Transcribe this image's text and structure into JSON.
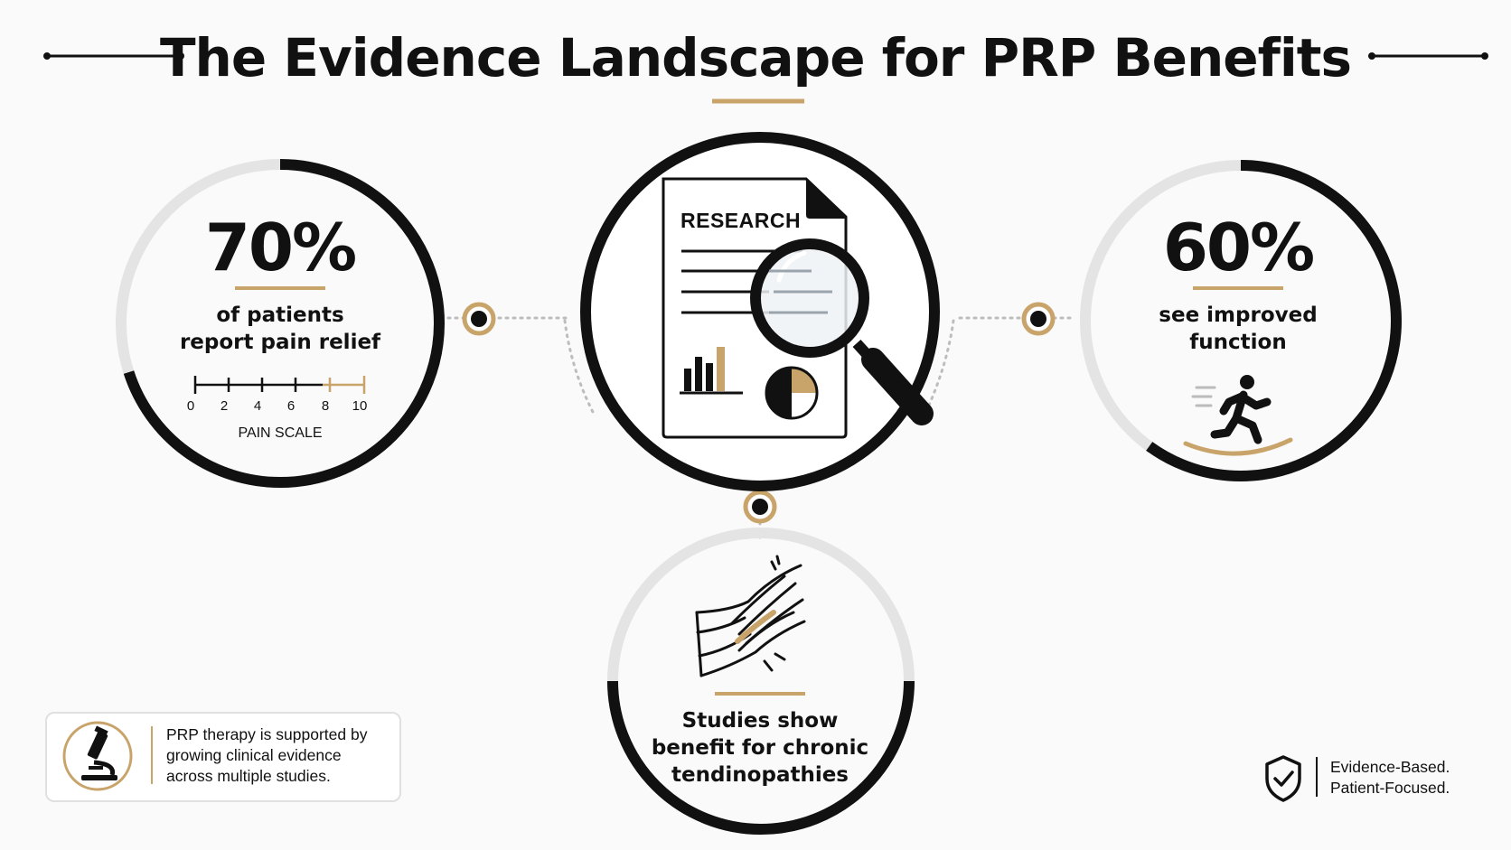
{
  "header": {
    "title": "The Evidence Landscape for PRP Benefits"
  },
  "stats": {
    "pain": {
      "value": "70%",
      "fraction": 0.7,
      "line1": "of patients",
      "line2": "report pain relief",
      "scale": {
        "ticks": [
          "0",
          "2",
          "4",
          "6",
          "8",
          "10"
        ],
        "label": "PAIN SCALE"
      }
    },
    "function": {
      "value": "60%",
      "fraction": 0.6,
      "line1": "see improved",
      "line2": "function"
    },
    "research": {
      "doc_label": "RESEARCH"
    },
    "tendon": {
      "line1": "Studies show",
      "line2": "benefit for chronic",
      "line3": "tendinopathies"
    }
  },
  "info_box": {
    "line1": "PRP therapy is supported by",
    "line2": "growing clinical evidence",
    "line3": "across multiple studies."
  },
  "footer": {
    "line1": "Evidence-Based.",
    "line2": "Patient-Focused."
  },
  "colors": {
    "accent": "#c9a46a",
    "dark": "#111111",
    "ring_bg": "#e4e4e4",
    "connector": "#bdbdbd"
  },
  "icons": [
    "microscope-icon",
    "shield-check-icon",
    "runner-icon",
    "tendon-icon",
    "magnifier-icon",
    "document-icon",
    "bar-chart-icon",
    "pie-chart-icon"
  ]
}
